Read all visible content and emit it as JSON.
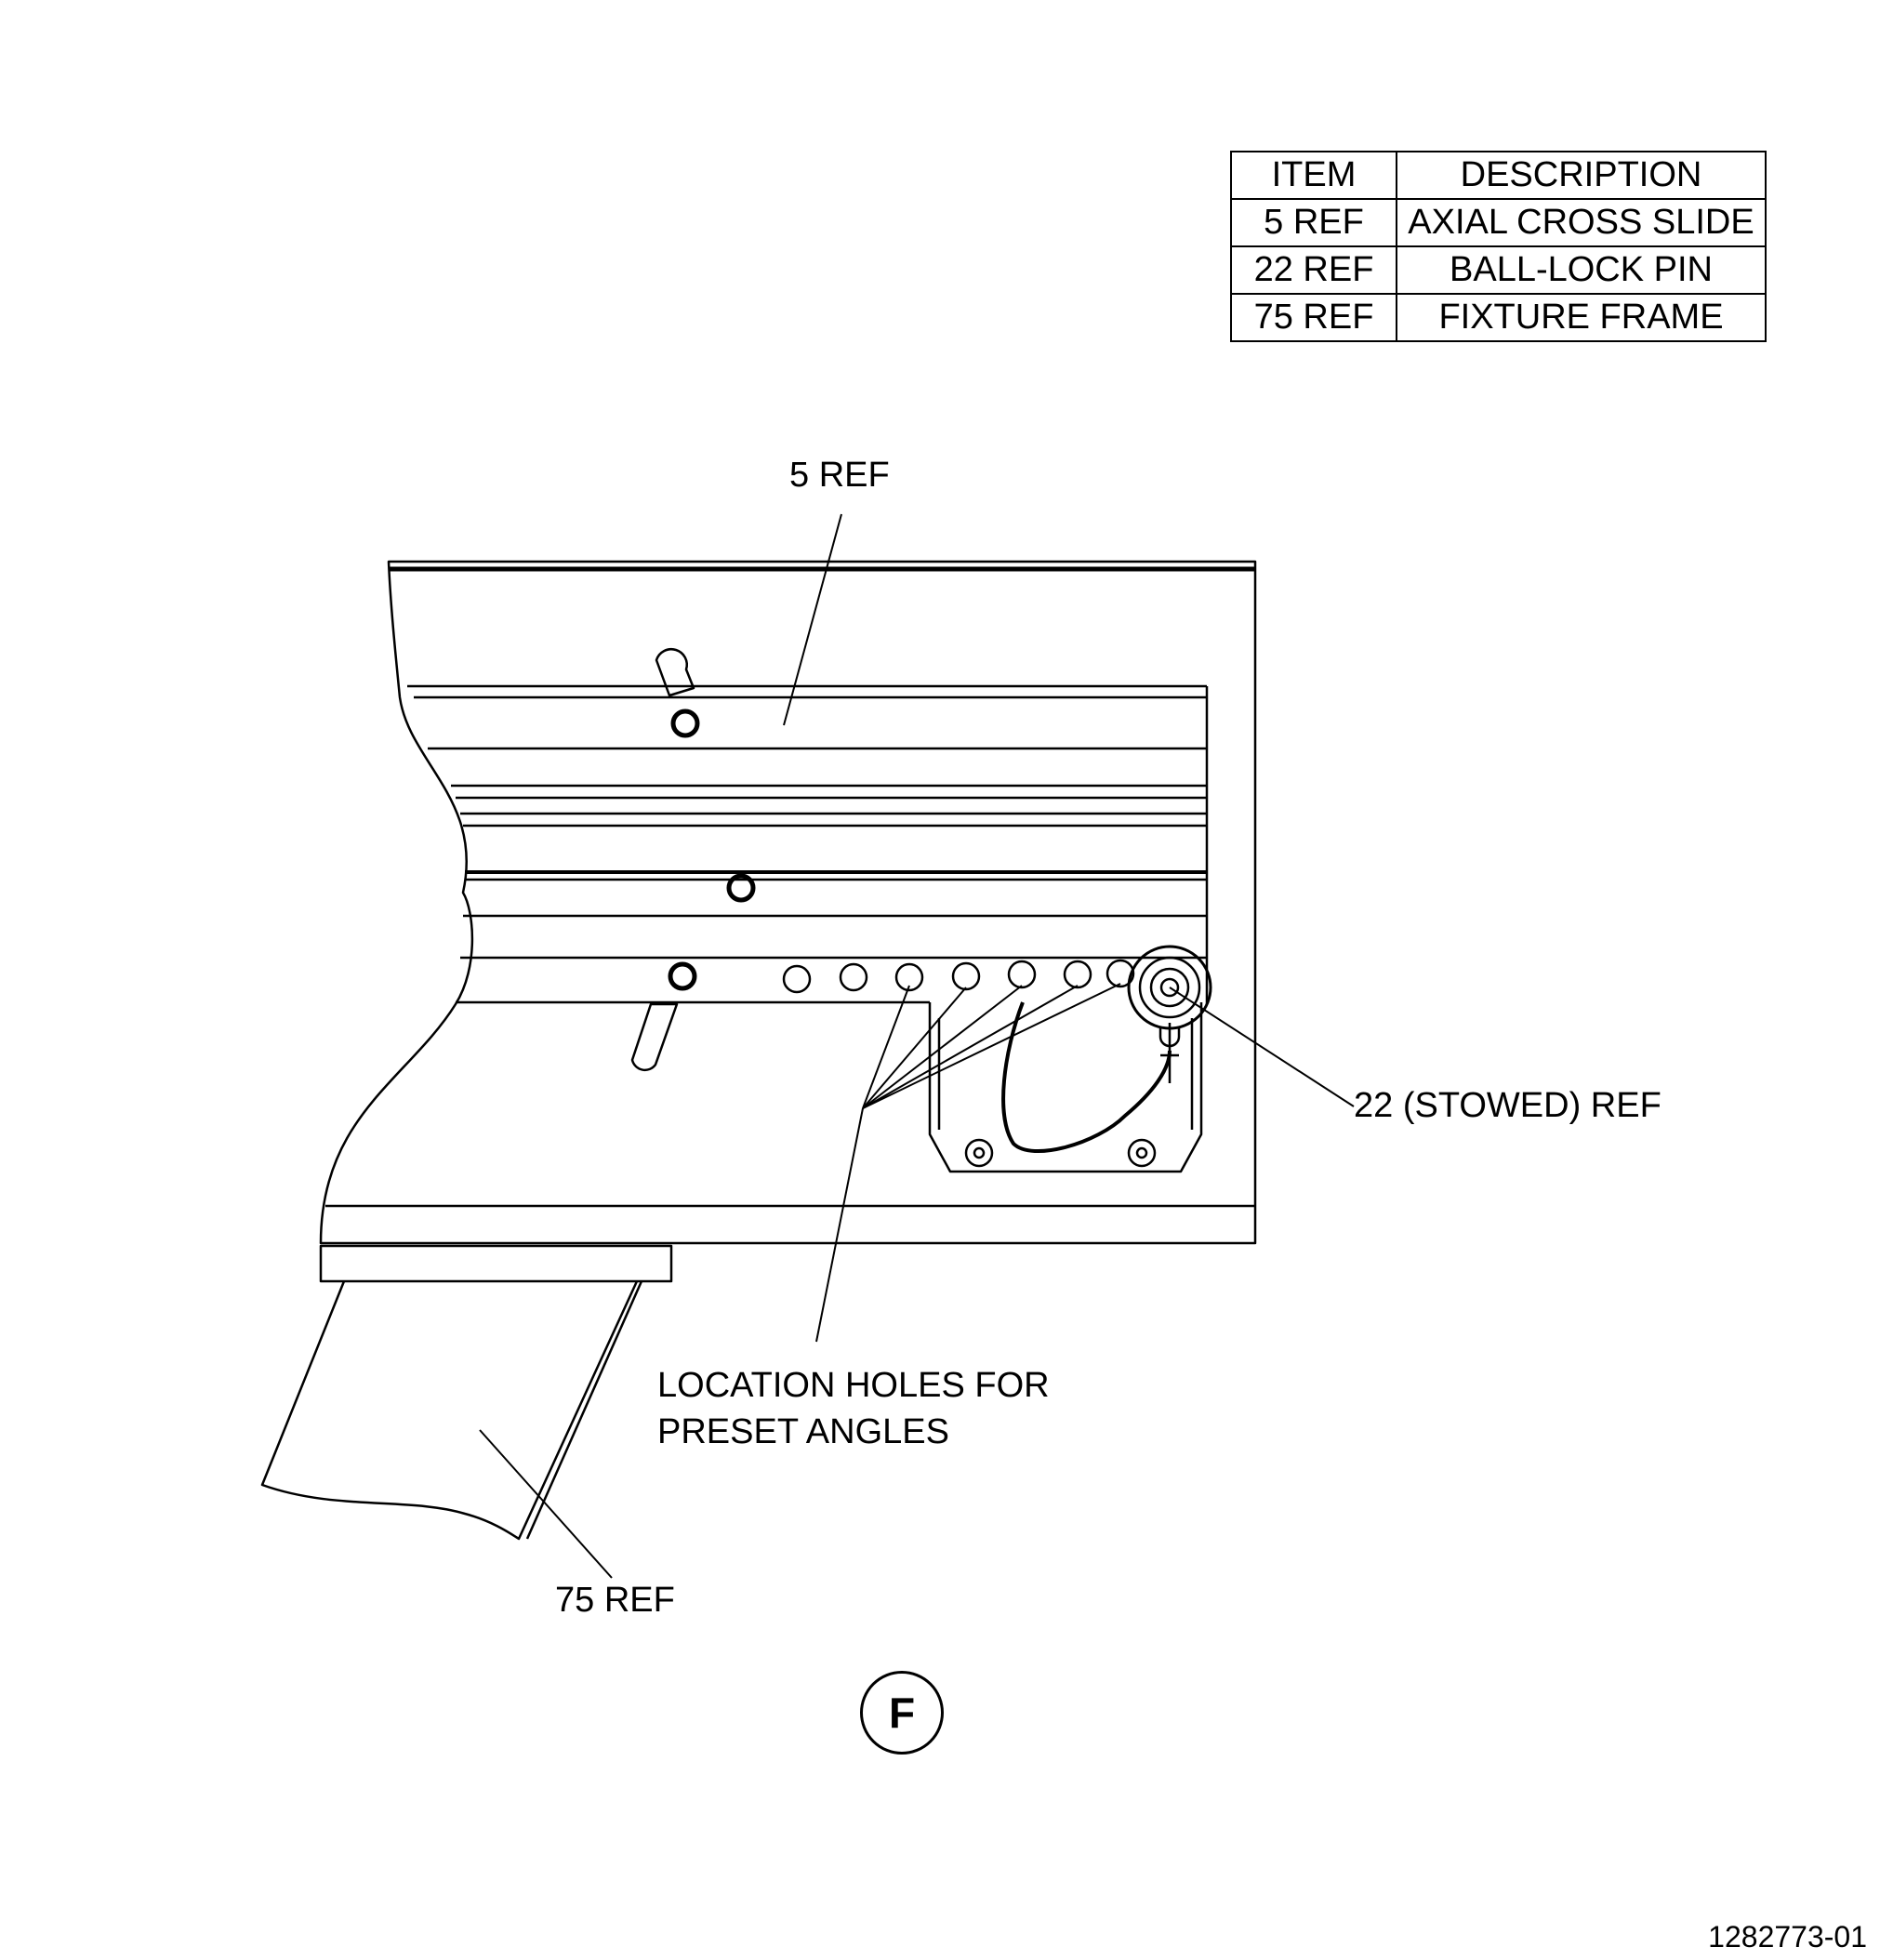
{
  "parts_table": {
    "headers": [
      "ITEM",
      "DESCRIPTION"
    ],
    "rows": [
      [
        "5 REF",
        "AXIAL CROSS SLIDE"
      ],
      [
        "22 REF",
        "BALL-LOCK PIN"
      ],
      [
        "75 REF",
        "FIXTURE FRAME"
      ]
    ]
  },
  "callouts": {
    "cross_slide": "5 REF",
    "ball_lock_pin": "22 (STOWED) REF",
    "location_holes_line1": "LOCATION HOLES FOR",
    "location_holes_line2": "PRESET ANGLES",
    "fixture_frame": "75 REF"
  },
  "view_letter": "F",
  "drawing_number": "1282773-01"
}
